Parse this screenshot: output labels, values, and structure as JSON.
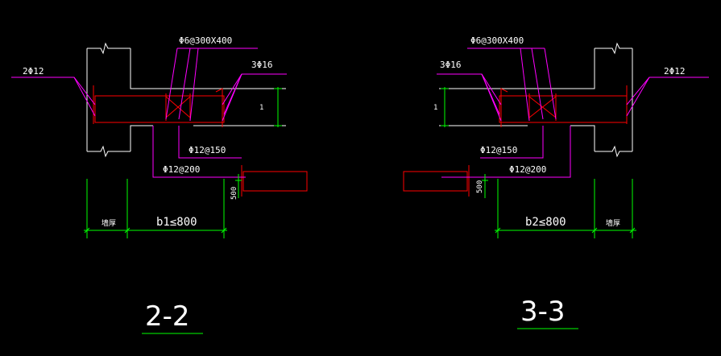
{
  "colors": {
    "background": "#000000",
    "structure": "#ffffff",
    "dimension": "#00ff00",
    "leader": "#ff00ff",
    "rebar": "#ff0000",
    "text": "#ffffff"
  },
  "left_detail": {
    "labels": {
      "stirrup": "Φ6@300X400",
      "top_bar": "2Φ12",
      "side_bar": "3Φ16",
      "bottom_bar_1": "Φ12@150",
      "bottom_bar_2": "Φ12@200",
      "depth": "500",
      "wall": "墙厚",
      "width": "b1≤800",
      "marker": "1"
    },
    "title": "2-2"
  },
  "right_detail": {
    "labels": {
      "stirrup": "Φ6@300X400",
      "top_bar": "2Φ12",
      "side_bar": "3Φ16",
      "bottom_bar_1": "Φ12@150",
      "bottom_bar_2": "Φ12@200",
      "depth": "500",
      "wall": "墙厚",
      "width": "b2≤800",
      "marker": "1"
    },
    "title": "3-3"
  }
}
